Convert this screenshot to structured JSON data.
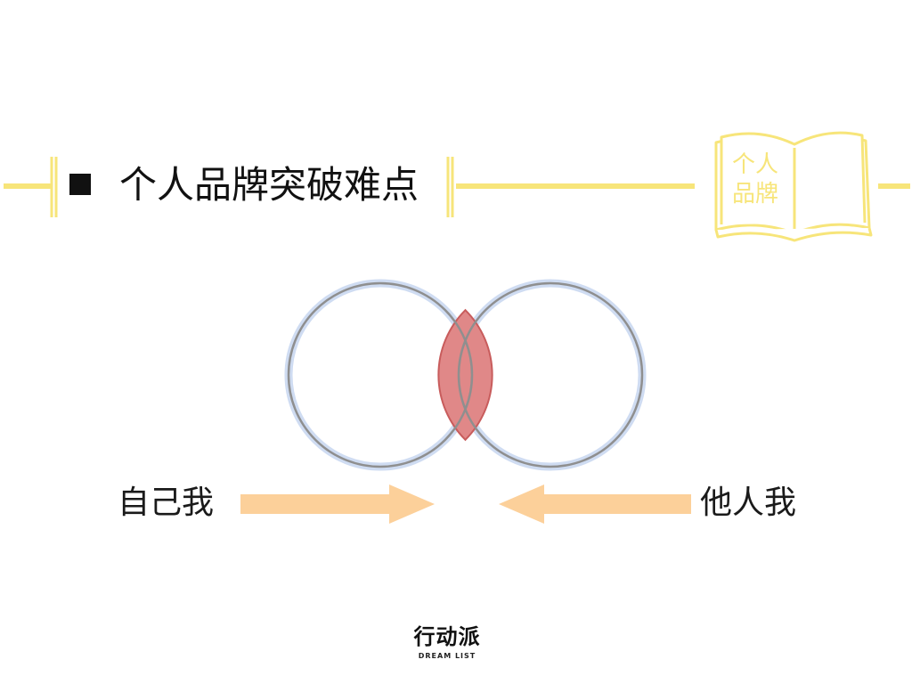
{
  "title": "个人品牌突破难点",
  "book_icon": {
    "icon": "open-book-icon",
    "line1": "个人",
    "line2": "品牌"
  },
  "diagram": {
    "left_label": "自己我",
    "right_label": "他人我",
    "overlap_color": "#e08888",
    "arrow_color": "#fcd09a",
    "circle_color": "#8f8f8f",
    "circle_glow": "#cfdcf2"
  },
  "logo": {
    "main": "行动派",
    "sub": "DREAM LIST"
  },
  "colors": {
    "accent_yellow": "#f7e57a",
    "text": "#111111"
  }
}
